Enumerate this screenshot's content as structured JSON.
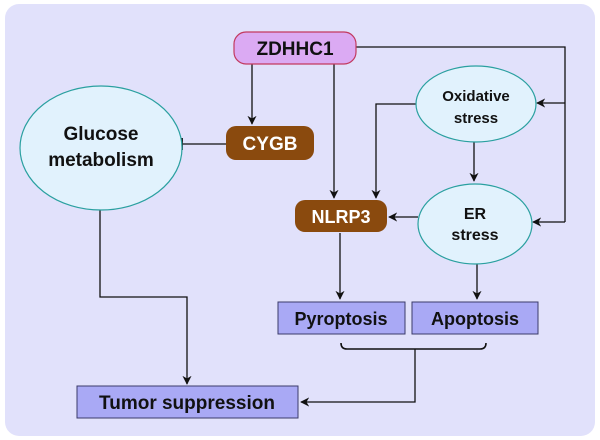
{
  "diagram": {
    "colors": {
      "background": "#e1e1fb",
      "ellipse_fill": "#e1f2fd",
      "ellipse_stroke": "#2aa0a0",
      "brown_fill": "#8a4a0e",
      "brown_text": "#ffffff",
      "pink_fill": "#dbaaf3",
      "pink_stroke": "#c2395f",
      "box_fill": "#a9a9f5",
      "box_stroke": "#3a3a6a",
      "line": "#111111"
    },
    "nodes": {
      "zdhhc1": "ZDHHC1",
      "glucose_line1": "Glucose",
      "glucose_line2": "metabolism",
      "cygb": "CYGB",
      "oxidative_line1": "Oxidative",
      "oxidative_line2": "stress",
      "er_line1": "ER",
      "er_line2": "stress",
      "nlrp3": "NLRP3",
      "pyroptosis": "Pyroptosis",
      "apoptosis": "Apoptosis",
      "tumor_suppression": "Tumor suppression"
    },
    "edges": [
      {
        "from": "ZDHHC1",
        "to": "CYGB",
        "type": "activation"
      },
      {
        "from": "ZDHHC1",
        "to": "NLRP3",
        "type": "activation"
      },
      {
        "from": "ZDHHC1",
        "to": "Oxidative stress",
        "type": "activation"
      },
      {
        "from": "ZDHHC1",
        "to": "ER stress",
        "type": "activation"
      },
      {
        "from": "CYGB",
        "to": "Glucose metabolism",
        "type": "inhibition"
      },
      {
        "from": "Oxidative stress",
        "to": "NLRP3",
        "type": "activation"
      },
      {
        "from": "Oxidative stress",
        "to": "ER stress",
        "type": "activation"
      },
      {
        "from": "ER stress",
        "to": "NLRP3",
        "type": "activation"
      },
      {
        "from": "ER stress",
        "to": "Apoptosis",
        "type": "activation"
      },
      {
        "from": "NLRP3",
        "to": "Pyroptosis",
        "type": "activation"
      },
      {
        "from": "Glucose metabolism",
        "to": "Tumor suppression",
        "type": "activation"
      },
      {
        "from": "Pyroptosis + Apoptosis",
        "to": "Tumor suppression",
        "type": "activation"
      }
    ]
  }
}
